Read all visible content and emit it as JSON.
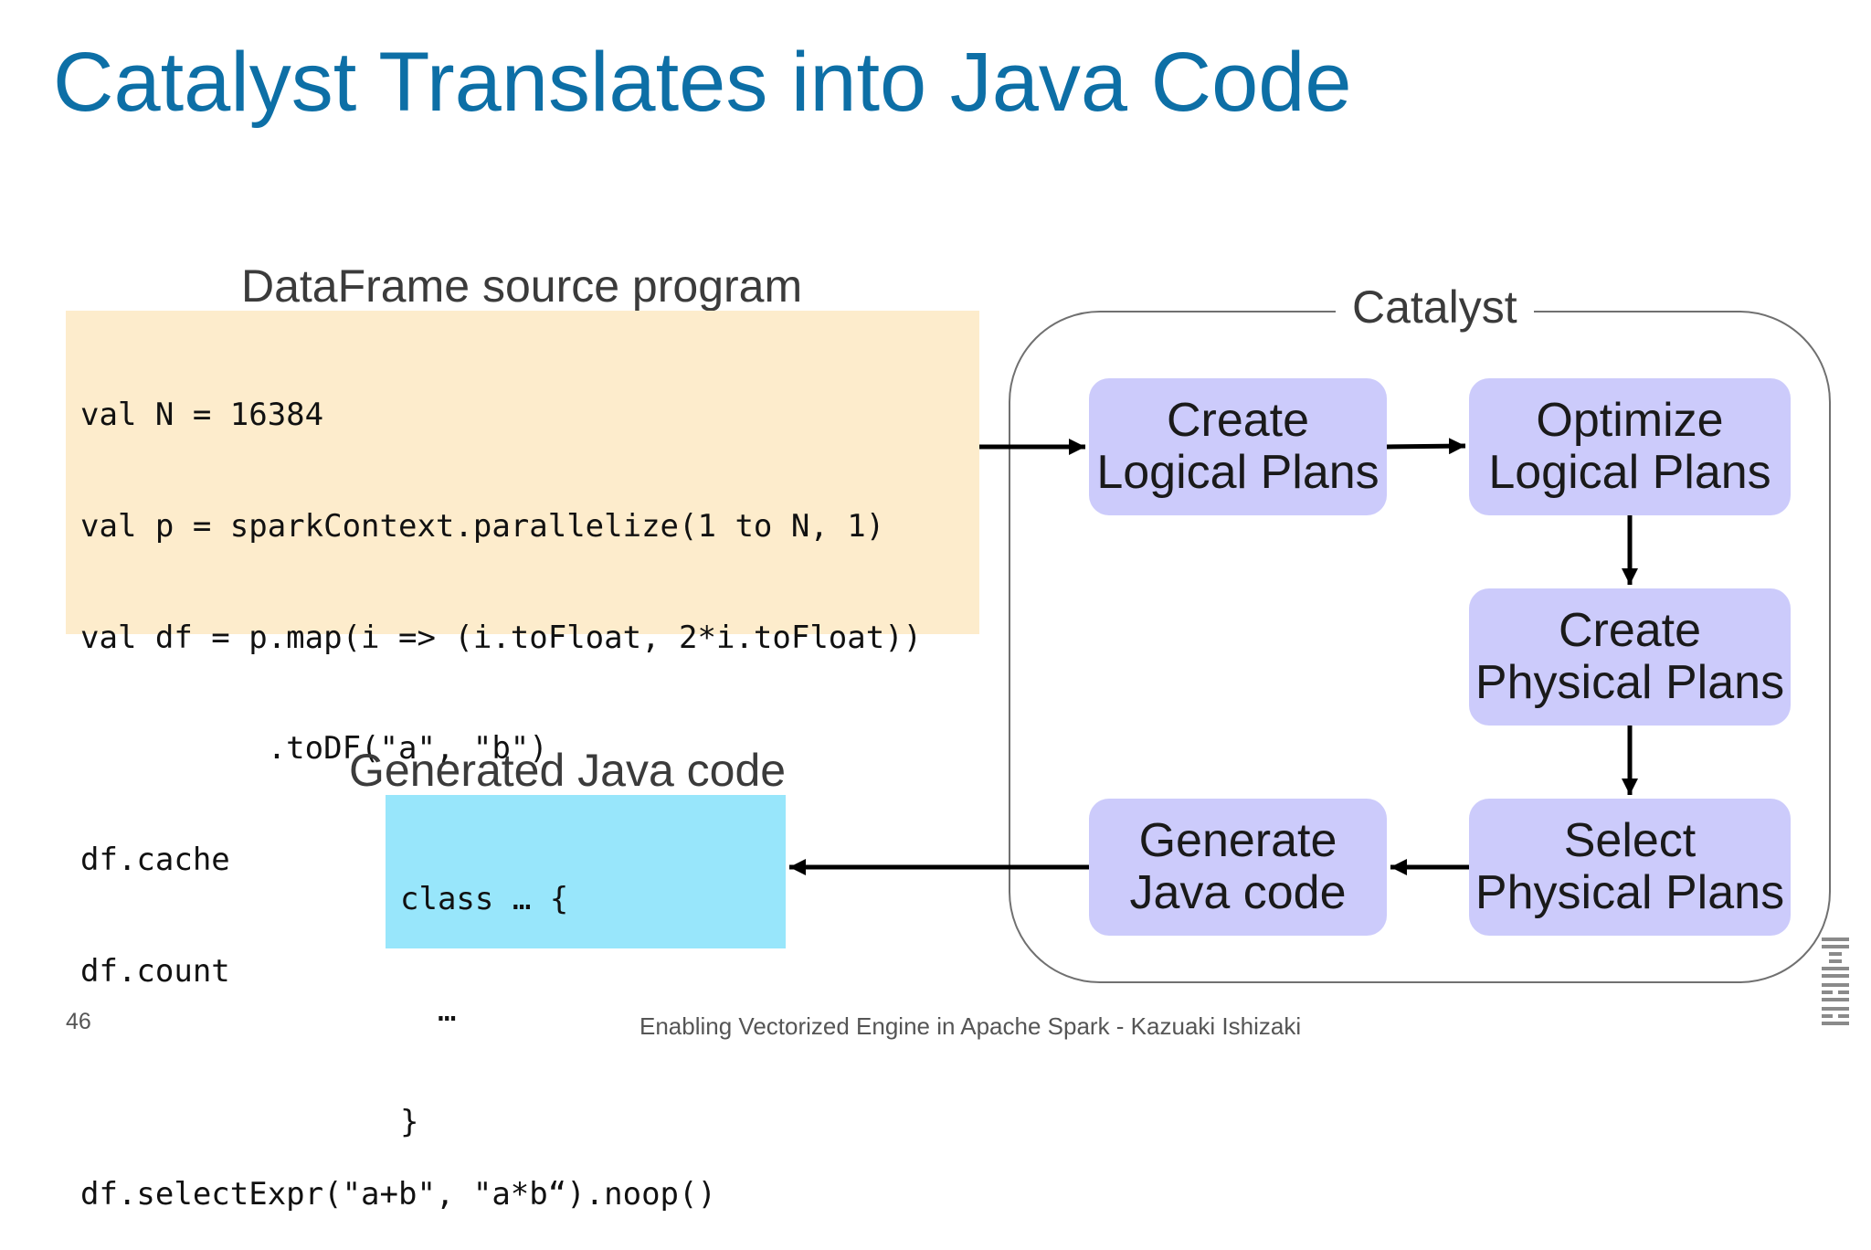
{
  "slide": {
    "title": "Catalyst Translates into Java Code",
    "page_number": "46",
    "footer": "Enabling Vectorized Engine in Apache Spark - Kazuaki Ishizaki"
  },
  "source": {
    "label": "DataFrame source program",
    "code_lines": [
      "val N = 16384",
      "val p = sparkContext.parallelize(1 to N, 1)",
      "val df = p.map(i => (i.toFloat, 2*i.toFloat))",
      "          .toDF(\"a\", \"b\")",
      "df.cache",
      "df.count",
      "",
      "df.selectExpr(\"a+b\", \"a*b“).noop()"
    ]
  },
  "output": {
    "label": "Generated Java code",
    "code_lines": [
      "class … {",
      "  …",
      "}"
    ]
  },
  "catalyst": {
    "label": "Catalyst",
    "stages": {
      "create_logical": [
        "Create",
        "Logical Plans"
      ],
      "optimize_logical": [
        "Optimize",
        "Logical Plans"
      ],
      "create_physical": [
        "Create",
        "Physical Plans"
      ],
      "select_physical": [
        "Select",
        "Physical Plans"
      ],
      "generate_java": [
        "Generate",
        "Java code"
      ]
    }
  },
  "colors": {
    "title": "#0d6fa6",
    "source_box": "#fdeccc",
    "java_box": "#98e6fb",
    "stage_box": "#cccbfb",
    "frame": "#707070"
  },
  "logo": {
    "name": "IBM"
  }
}
